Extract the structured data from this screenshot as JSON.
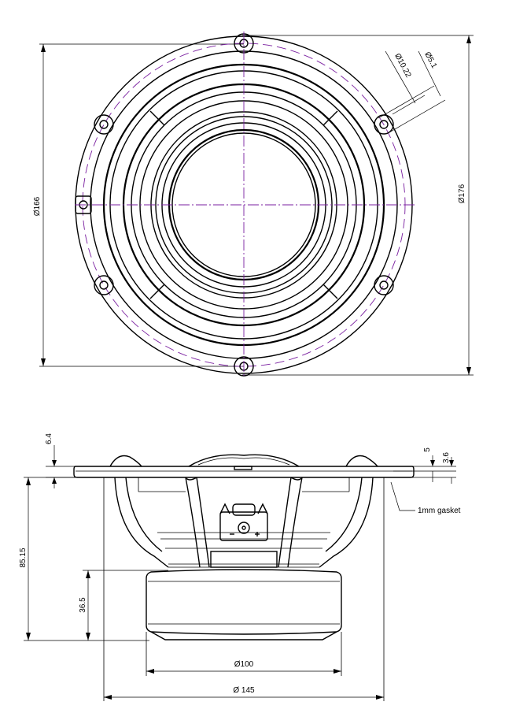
{
  "top_view": {
    "outer_diameter": "Ø176",
    "hole_circle_diameter": "Ø166",
    "hole_outer_diameter": "Ø10.22",
    "hole_diameter": "Ø5.1"
  },
  "side_view": {
    "flange_thickness": "6.4",
    "overall_depth": "85.15",
    "magnet_height": "36.5",
    "dim_5": "5",
    "dim_3_6": "3.6",
    "gasket_label": "1mm gasket",
    "magnet_diameter": "Ø100",
    "basket_diameter": "Ø 145"
  },
  "colors": {
    "line": "#000000",
    "centerline": "#7a1fa0"
  }
}
